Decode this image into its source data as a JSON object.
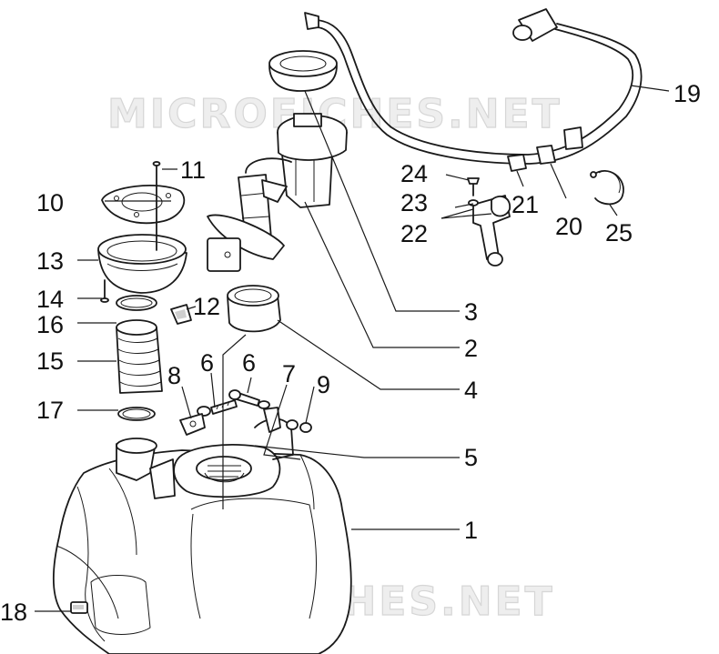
{
  "watermark": {
    "text": "MICROFICHES.NET",
    "color": "#e6e6e6"
  },
  "callouts": [
    {
      "id": "1",
      "label": "1"
    },
    {
      "id": "2",
      "label": "2"
    },
    {
      "id": "3",
      "label": "3"
    },
    {
      "id": "4",
      "label": "4"
    },
    {
      "id": "5",
      "label": "5"
    },
    {
      "id": "6a",
      "label": "6"
    },
    {
      "id": "6b",
      "label": "6"
    },
    {
      "id": "7",
      "label": "7"
    },
    {
      "id": "8",
      "label": "8"
    },
    {
      "id": "9",
      "label": "9"
    },
    {
      "id": "10",
      "label": "10"
    },
    {
      "id": "11",
      "label": "11"
    },
    {
      "id": "12",
      "label": "12"
    },
    {
      "id": "13",
      "label": "13"
    },
    {
      "id": "14",
      "label": "14"
    },
    {
      "id": "15",
      "label": "15"
    },
    {
      "id": "16",
      "label": "16"
    },
    {
      "id": "17",
      "label": "17"
    },
    {
      "id": "18",
      "label": "18"
    },
    {
      "id": "19",
      "label": "19"
    },
    {
      "id": "20",
      "label": "20"
    },
    {
      "id": "21",
      "label": "21"
    },
    {
      "id": "22",
      "label": "22"
    },
    {
      "id": "23",
      "label": "23"
    },
    {
      "id": "24",
      "label": "24"
    },
    {
      "id": "25",
      "label": "25"
    }
  ]
}
